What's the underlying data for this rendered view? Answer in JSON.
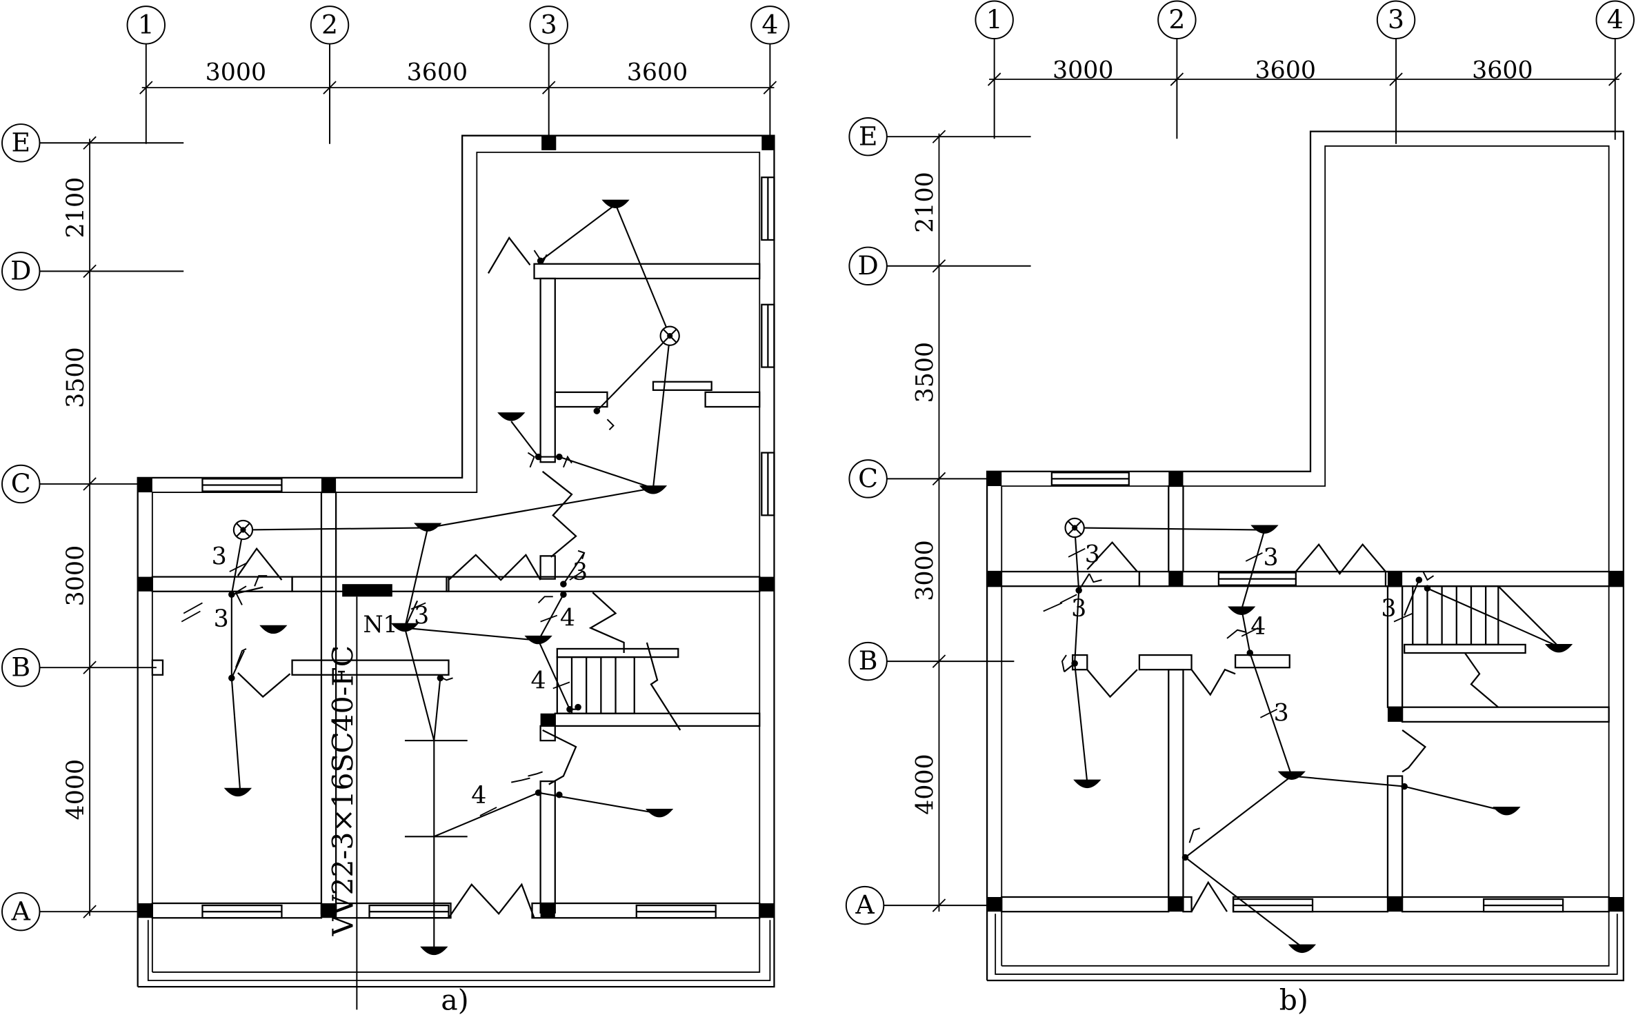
{
  "axes": {
    "columns": [
      "1",
      "2",
      "3",
      "4"
    ],
    "rows": [
      "E",
      "D",
      "C",
      "B",
      "A"
    ]
  },
  "dimensions": {
    "horizontal": [
      "3000",
      "3600",
      "3600"
    ],
    "vertical": [
      "2100",
      "3500",
      "3000",
      "4000"
    ]
  },
  "plans": [
    {
      "caption": "a)",
      "distribution_box": "N1",
      "cable": "VV22-3×16SC40-FC",
      "wire_counts": [
        "3",
        "3",
        "3",
        "3",
        "4",
        "4",
        "4"
      ]
    },
    {
      "caption": "b)",
      "wire_counts": [
        "3",
        "3",
        "3",
        "4",
        "3",
        "3"
      ]
    }
  ]
}
